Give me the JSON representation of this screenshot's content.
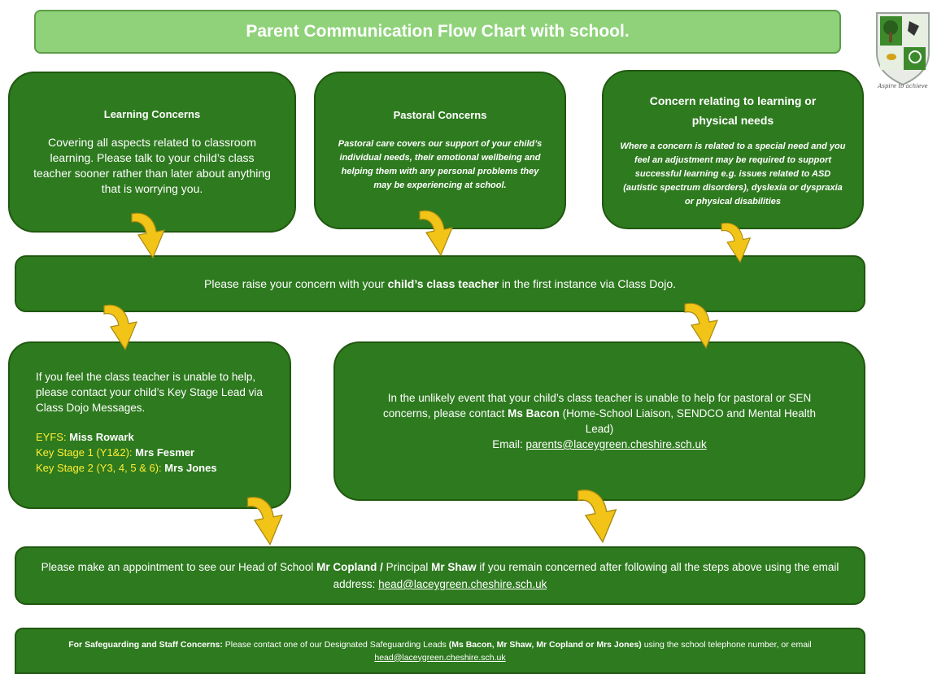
{
  "title": "Parent Communication Flow Chart with school.",
  "logo": {
    "motto": "Aspire to achieve"
  },
  "learning": {
    "heading": "Learning Concerns",
    "body": "Covering all aspects related to classroom learning. Please talk to your child’s class teacher sooner rather than later about anything that is worrying you."
  },
  "pastoral": {
    "heading": "Pastoral Concerns",
    "body": "Pastoral care covers our support of your child’s individual needs, their emotional wellbeing and helping them with any personal problems they may be experiencing at school."
  },
  "physical": {
    "heading": "Concern relating to learning or physical needs",
    "body": "Where a concern is related to a special need and you feel an adjustment may be required to support successful learning e.g. issues related to ASD (autistic spectrum disorders), dyslexia or dyspraxia or physical disabilities"
  },
  "class_teacher": {
    "pre": "Please raise your concern with your ",
    "bold": "child’s class teacher",
    "post": " in the first instance via Class Dojo."
  },
  "key_stage": {
    "intro": "If you feel the class teacher is unable to help, please contact your child’s Key Stage Lead via Class Dojo Messages.",
    "leads": [
      {
        "label": "EYFS:",
        "name": "Miss Rowark"
      },
      {
        "label": "Key Stage 1 (Y1&2):",
        "name": "Mrs Fesmer"
      },
      {
        "label": "Key Stage 2 (Y3, 4, 5 & 6):",
        "name": "Mrs Jones"
      }
    ]
  },
  "sen": {
    "pre": "In the unlikely event that your child’s class teacher is unable to help for pastoral or SEN concerns, please contact ",
    "bold": "Ms Bacon",
    "post": " (Home-School Liaison, SENDCO and Mental Health Lead)",
    "email_label": "Email: ",
    "email": "parents@laceygreen.cheshire.sch.uk"
  },
  "head": {
    "p1": "Please make an appointment to see our Head of School ",
    "b1": "Mr Copland /",
    "p2": " Principal ",
    "b2": "Mr Shaw",
    "p3": " if you remain concerned after following all the steps above using the email address: ",
    "email": "head@laceygreen.cheshire.sch.uk"
  },
  "safeguarding": {
    "bold1": "For Safeguarding and Staff Concerns:",
    "p1": " Please contact one of our Designated Safeguarding Leads ",
    "bold2": "(Ms Bacon, Mr Shaw, Mr Copland or Mrs Jones)",
    "p2": " using the school telephone number, or email ",
    "email": "head@laceygreen.cheshire.sch.uk"
  },
  "colors": {
    "box_green": "#2e7a1f",
    "title_green": "#8fd27a",
    "arrow_yellow": "#f2c418",
    "lead_yellow": "#ffee33"
  }
}
